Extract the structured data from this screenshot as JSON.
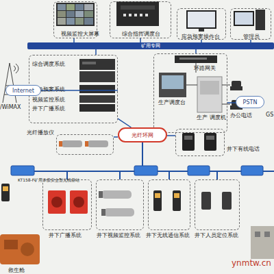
{
  "diagram": {
    "nodes": [
      {
        "text": [
          "视频监控大屏幕"
        ]
      },
      {
        "text": [
          "综合指挥调度台"
        ]
      },
      {
        "text": [
          "应急预案操作台"
        ]
      },
      {
        "text": [
          "管理员"
        ]
      },
      {
        "text": [
          "矿用专网"
        ]
      },
      {
        "text": [
          "综合调度系统",
          "应急预案系统",
          "视频监控系统",
          "井下广播系统"
        ]
      },
      {
        "text": [
          "环路网关",
          "生产调度台",
          "生产 调度机"
        ]
      },
      {
        "text": [
          "Internet"
        ]
      },
      {
        "text": [
          "PSTN"
        ]
      },
      {
        "text": [
          "光纤环网"
        ]
      },
      {
        "text": [
          "光纤播放仪"
        ]
      },
      {
        "text": [
          "井下有线电话"
        ]
      },
      {
        "text": [
          "井下广播系统"
        ]
      },
      {
        "text": [
          "井下视频监控系统"
        ]
      },
      {
        "text": [
          "井下无线通信系统"
        ]
      },
      {
        "text": [
          "井下人员定位系统"
        ]
      }
    ],
    "edges": [
      {
        "from": 0,
        "to": 4,
        "arrow": "none"
      },
      {
        "from": 1,
        "to": 4,
        "arrow": "none"
      },
      {
        "from": 2,
        "to": 4,
        "arrow": "none"
      },
      {
        "from": 3,
        "to": 4,
        "arrow": "none"
      },
      {
        "from": 4,
        "to": 5,
        "arrow": "none"
      },
      {
        "from": 4,
        "to": 6,
        "arrow": "none"
      },
      {
        "from": 7,
        "to": 5,
        "arrow": "none"
      },
      {
        "from": 8,
        "to": 6,
        "arrow": "none"
      },
      {
        "from": 9,
        "to": 10,
        "arrow": "none"
      },
      {
        "from": 9,
        "to": 11,
        "arrow": "none"
      },
      {
        "from": 5,
        "to": 9,
        "arrow": "none"
      }
    ],
    "labels": [
      "/WiMAX",
      "办公电话",
      "GS",
      "KT158-F矿用本质安全型无线基站",
      "救生舱",
      "ynmtw.cn"
    ]
  }
}
